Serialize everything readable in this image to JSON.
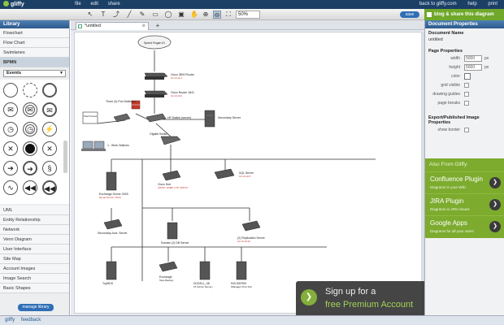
{
  "topbar": {
    "logo": "gliffy",
    "menu": [
      "file",
      "edit",
      "share"
    ],
    "links": [
      "back to gliffy.com",
      "help",
      "print"
    ]
  },
  "toolbar": {
    "zoom": "50%",
    "save_label": "save",
    "share_label": "blog & share this diagram"
  },
  "library": {
    "title": "Library",
    "categories_top": [
      "Flowchart",
      "Flow Chart",
      "Swimlanes",
      "BPMN"
    ],
    "selected_category": "BPMN",
    "dropdown": "Events",
    "categories_bottom": [
      "UML",
      "Entity Relationship",
      "Network",
      "Venn Diagram",
      "User Interface",
      "Site Map",
      "Account Images",
      "Image Search",
      "Basic Shapes"
    ],
    "manage_label": "manage library"
  },
  "tabs": {
    "current": "*untitled",
    "new_tab": "+"
  },
  "diagram": {
    "labels": {
      "cloud": "Speed Rogan ID",
      "n1": "Cisco 3800 Router",
      "n1s": "10.10.10.1",
      "n2": "Cisco Router 1841",
      "n2s": "10.10.10.2",
      "fw": "Three (3) Port Switches",
      "n3": "HP Switch (server)",
      "n4": "Secondary Server",
      "patch": "Patch Panel",
      "ws": "1 - Work Stations",
      "gig": "Gigabit Switch",
      "s1": "Exchange Server 2003",
      "s1b": "(Email Server, PDC)",
      "s2": "Cisco Hub",
      "s2b": "(SMTP, SNMP, FTP, SMTP)",
      "s3": "SQL Server",
      "s3b": "10.10.10.5",
      "s4": "Secondary Acct. Server",
      "s5": "Domain (2) DB Server",
      "s6": "(2) Replication Server",
      "s6b": "10.10.10.20",
      "s7": "TopRDS",
      "s8": "Exchange",
      "s8b": "Tape Backup",
      "s9": "DCDELL_08",
      "s9b": "(IT Admin Server)",
      "s10": "DOCKER09",
      "s10b": "(Manager Print Svr)"
    }
  },
  "doc_props": {
    "title": "Document Properties",
    "name_label": "Document Name",
    "name_value": "untitled",
    "page_props_label": "Page Properties",
    "width_label": "width",
    "width_value": "5000",
    "height_label": "height",
    "height_value": "5000",
    "unit": "px",
    "color_label": "color",
    "grid_label": "grid visible",
    "guides_label": "drawing guides",
    "breaks_label": "page breaks",
    "export_label": "Export/Published Image Properties",
    "border_label": "show border"
  },
  "promo": {
    "title": "Also From Gliffy:",
    "items": [
      {
        "title": "Confluence Plugin",
        "sub": "Diagrams in your Wiki"
      },
      {
        "title": "JIRA Plugin",
        "sub": "Diagrams in JIRA issues"
      },
      {
        "title": "Google Apps",
        "sub": "Diagrams for all your users"
      }
    ],
    "go": "❯"
  },
  "signup": {
    "line1": "Sign up for a",
    "line2": "free Premium Account",
    "go": "❯"
  },
  "status": {
    "items": [
      "gliffy",
      "feedback"
    ]
  },
  "colors": {
    "brand_blue": "#1c3f66",
    "accent_green": "#7cab2e",
    "save_blue": "#2f6fb6"
  }
}
